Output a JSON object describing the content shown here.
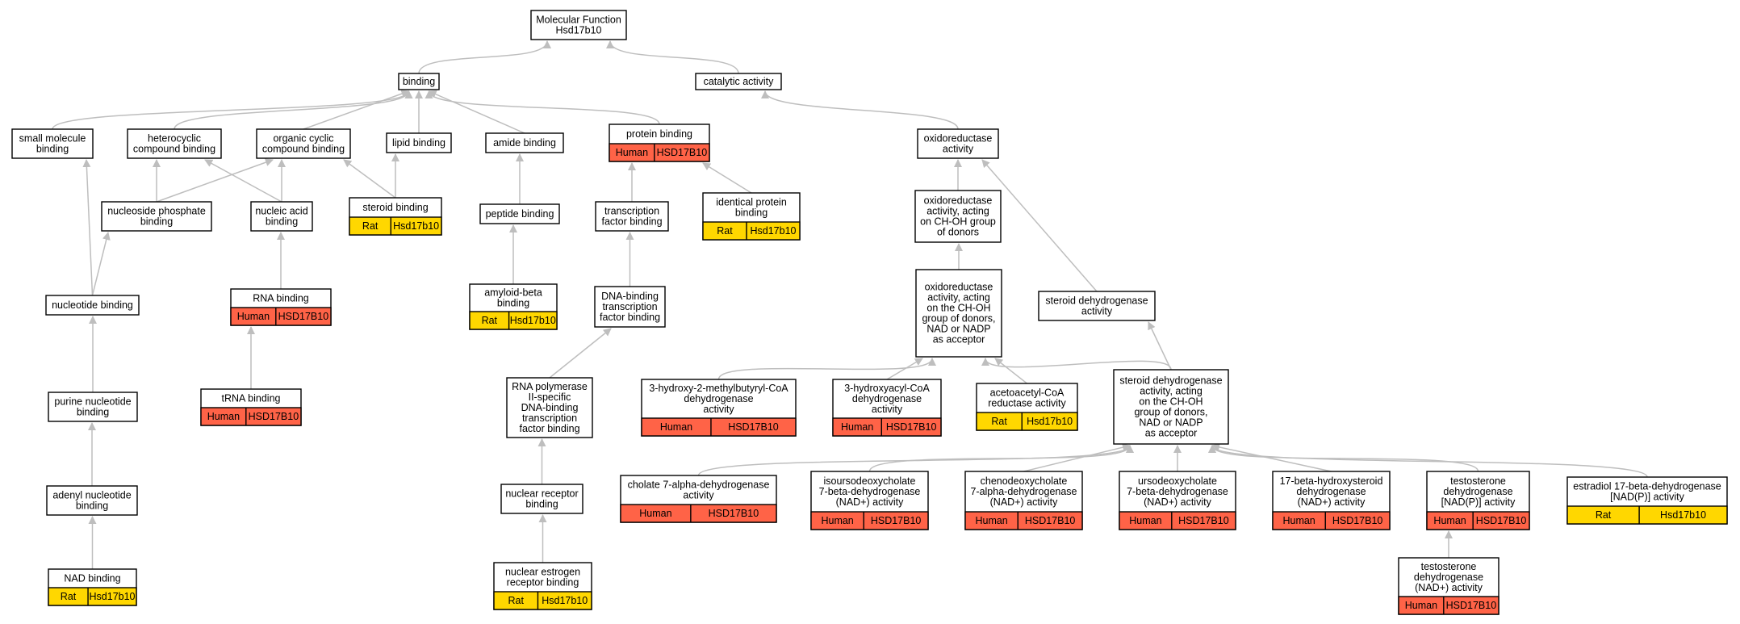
{
  "colors": {
    "human": "#FF6347",
    "rat": "#FFD700",
    "edge": "#BEBEBE",
    "border": "#000000",
    "fill": "#FFFFFF"
  },
  "nodes": [
    {
      "id": "mf",
      "lines": [
        "Molecular Function",
        "Hsd17b10"
      ]
    },
    {
      "id": "binding",
      "lines": [
        "binding"
      ]
    },
    {
      "id": "catalytic",
      "lines": [
        "catalytic activity"
      ]
    },
    {
      "id": "small_mol",
      "lines": [
        "small molecule",
        "binding"
      ]
    },
    {
      "id": "heterocyclic",
      "lines": [
        "heterocyclic",
        "compound binding"
      ]
    },
    {
      "id": "org_cyclic",
      "lines": [
        "organic cyclic",
        "compound binding"
      ]
    },
    {
      "id": "lipid",
      "lines": [
        "lipid binding"
      ]
    },
    {
      "id": "amide",
      "lines": [
        "amide binding"
      ]
    },
    {
      "id": "protein",
      "lines": [
        "protein binding"
      ],
      "species": "Human",
      "gene": "HSD17B10"
    },
    {
      "id": "oxidoreductase",
      "lines": [
        "oxidoreductase",
        "activity"
      ]
    },
    {
      "id": "nuc_phos",
      "lines": [
        "nucleoside phosphate",
        "binding"
      ]
    },
    {
      "id": "nuc_acid",
      "lines": [
        "nucleic acid",
        "binding"
      ]
    },
    {
      "id": "steroid_b",
      "lines": [
        "steroid binding"
      ],
      "species": "Rat",
      "gene": "Hsd17b10"
    },
    {
      "id": "peptide",
      "lines": [
        "peptide binding"
      ]
    },
    {
      "id": "tf_binding",
      "lines": [
        "transcription",
        "factor binding"
      ]
    },
    {
      "id": "identical",
      "lines": [
        "identical protein",
        "binding"
      ],
      "species": "Rat",
      "gene": "Hsd17b10"
    },
    {
      "id": "ox_choh",
      "lines": [
        "oxidoreductase",
        "activity, acting",
        "on CH-OH group",
        "of donors"
      ]
    },
    {
      "id": "nucleotide",
      "lines": [
        "nucleotide binding"
      ]
    },
    {
      "id": "rna",
      "lines": [
        "RNA binding"
      ],
      "species": "Human",
      "gene": "HSD17B10"
    },
    {
      "id": "amyloid",
      "lines": [
        "amyloid-beta",
        "binding"
      ],
      "species": "Rat",
      "gene": "Hsd17b10"
    },
    {
      "id": "dna_tf",
      "lines": [
        "DNA-binding",
        "transcription",
        "factor binding"
      ]
    },
    {
      "id": "ox_nad",
      "lines": [
        "oxidoreductase",
        "activity, acting",
        "on the CH-OH",
        "group of donors,",
        "NAD or NADP",
        "as acceptor"
      ]
    },
    {
      "id": "steroid_dh",
      "lines": [
        "steroid dehydrogenase",
        "activity"
      ]
    },
    {
      "id": "purine",
      "lines": [
        "purine nucleotide",
        "binding"
      ]
    },
    {
      "id": "trna",
      "lines": [
        "tRNA binding"
      ],
      "species": "Human",
      "gene": "HSD17B10"
    },
    {
      "id": "rnapol",
      "lines": [
        "RNA polymerase",
        "II-specific",
        "DNA-binding",
        "transcription",
        "factor binding"
      ]
    },
    {
      "id": "hmbcoa",
      "lines": [
        "3-hydroxy-2-methylbutyryl-CoA",
        "dehydrogenase",
        "activity"
      ],
      "species": "Human",
      "gene": "HSD17B10"
    },
    {
      "id": "hacoa",
      "lines": [
        "3-hydroxyacyl-CoA",
        "dehydrogenase",
        "activity"
      ],
      "species": "Human",
      "gene": "HSD17B10"
    },
    {
      "id": "acetoacetyl",
      "lines": [
        "acetoacetyl-CoA",
        "reductase activity"
      ],
      "species": "Rat",
      "gene": "Hsd17b10"
    },
    {
      "id": "steroid_dh_nad",
      "lines": [
        "steroid dehydrogenase",
        "activity, acting",
        "on the CH-OH",
        "group of donors,",
        "NAD or NADP",
        "as acceptor"
      ]
    },
    {
      "id": "adenyl",
      "lines": [
        "adenyl nucleotide",
        "binding"
      ]
    },
    {
      "id": "nuclear_rec",
      "lines": [
        "nuclear receptor",
        "binding"
      ]
    },
    {
      "id": "cholate",
      "lines": [
        "cholate 7-alpha-dehydrogenase",
        "activity"
      ],
      "species": "Human",
      "gene": "HSD17B10"
    },
    {
      "id": "isoursodeoxy",
      "lines": [
        "isoursodeoxycholate",
        "7-beta-dehydrogenase",
        "(NAD+) activity"
      ],
      "species": "Human",
      "gene": "HSD17B10"
    },
    {
      "id": "chenodeoxy",
      "lines": [
        "chenodeoxycholate",
        "7-alpha-dehydrogenase",
        "(NAD+) activity"
      ],
      "species": "Human",
      "gene": "HSD17B10"
    },
    {
      "id": "ursodeoxy",
      "lines": [
        "ursodeoxycholate",
        "7-beta-dehydrogenase",
        "(NAD+) activity"
      ],
      "species": "Human",
      "gene": "HSD17B10"
    },
    {
      "id": "hsd17b_nad",
      "lines": [
        "17-beta-hydroxysteroid",
        "dehydrogenase",
        "(NAD+) activity"
      ],
      "species": "Human",
      "gene": "HSD17B10"
    },
    {
      "id": "testo_nadp",
      "lines": [
        "testosterone",
        "dehydrogenase",
        "[NAD(P)] activity"
      ],
      "species": "Human",
      "gene": "HSD17B10"
    },
    {
      "id": "estradiol",
      "lines": [
        "estradiol 17-beta-dehydrogenase",
        "[NAD(P)] activity"
      ],
      "species": "Rat",
      "gene": "Hsd17b10"
    },
    {
      "id": "nad",
      "lines": [
        "NAD binding"
      ],
      "species": "Rat",
      "gene": "Hsd17b10"
    },
    {
      "id": "nuclear_est",
      "lines": [
        "nuclear estrogen",
        "receptor binding"
      ],
      "species": "Rat",
      "gene": "Hsd17b10"
    },
    {
      "id": "testo_nad",
      "lines": [
        "testosterone",
        "dehydrogenase",
        "(NAD+) activity"
      ],
      "species": "Human",
      "gene": "HSD17B10"
    }
  ],
  "edges": [
    [
      "binding",
      "mf"
    ],
    [
      "catalytic",
      "mf"
    ],
    [
      "small_mol",
      "binding"
    ],
    [
      "heterocyclic",
      "binding"
    ],
    [
      "org_cyclic",
      "binding"
    ],
    [
      "lipid",
      "binding"
    ],
    [
      "amide",
      "binding"
    ],
    [
      "protein",
      "binding"
    ],
    [
      "oxidoreductase",
      "catalytic"
    ],
    [
      "nuc_phos",
      "heterocyclic"
    ],
    [
      "nuc_phos",
      "org_cyclic"
    ],
    [
      "nuc_acid",
      "heterocyclic"
    ],
    [
      "nuc_acid",
      "org_cyclic"
    ],
    [
      "steroid_b",
      "lipid"
    ],
    [
      "steroid_b",
      "org_cyclic"
    ],
    [
      "peptide",
      "amide"
    ],
    [
      "tf_binding",
      "protein"
    ],
    [
      "identical",
      "protein"
    ],
    [
      "ox_choh",
      "oxidoreductase"
    ],
    [
      "nucleotide",
      "small_mol"
    ],
    [
      "nucleotide",
      "nuc_phos"
    ],
    [
      "rna",
      "nuc_acid"
    ],
    [
      "amyloid",
      "peptide"
    ],
    [
      "dna_tf",
      "tf_binding"
    ],
    [
      "ox_nad",
      "ox_choh"
    ],
    [
      "steroid_dh",
      "oxidoreductase"
    ],
    [
      "purine",
      "nucleotide"
    ],
    [
      "trna",
      "rna"
    ],
    [
      "rnapol",
      "dna_tf"
    ],
    [
      "hmbcoa",
      "ox_nad"
    ],
    [
      "hacoa",
      "ox_nad"
    ],
    [
      "acetoacetyl",
      "ox_nad"
    ],
    [
      "steroid_dh_nad",
      "ox_nad"
    ],
    [
      "steroid_dh_nad",
      "steroid_dh"
    ],
    [
      "adenyl",
      "purine"
    ],
    [
      "nuclear_rec",
      "rnapol"
    ],
    [
      "cholate",
      "steroid_dh_nad"
    ],
    [
      "isoursodeoxy",
      "steroid_dh_nad"
    ],
    [
      "chenodeoxy",
      "steroid_dh_nad"
    ],
    [
      "ursodeoxy",
      "steroid_dh_nad"
    ],
    [
      "hsd17b_nad",
      "steroid_dh_nad"
    ],
    [
      "testo_nadp",
      "steroid_dh_nad"
    ],
    [
      "estradiol",
      "steroid_dh_nad"
    ],
    [
      "nad",
      "adenyl"
    ],
    [
      "nuclear_est",
      "nuclear_rec"
    ],
    [
      "testo_nad",
      "testo_nadp"
    ]
  ]
}
